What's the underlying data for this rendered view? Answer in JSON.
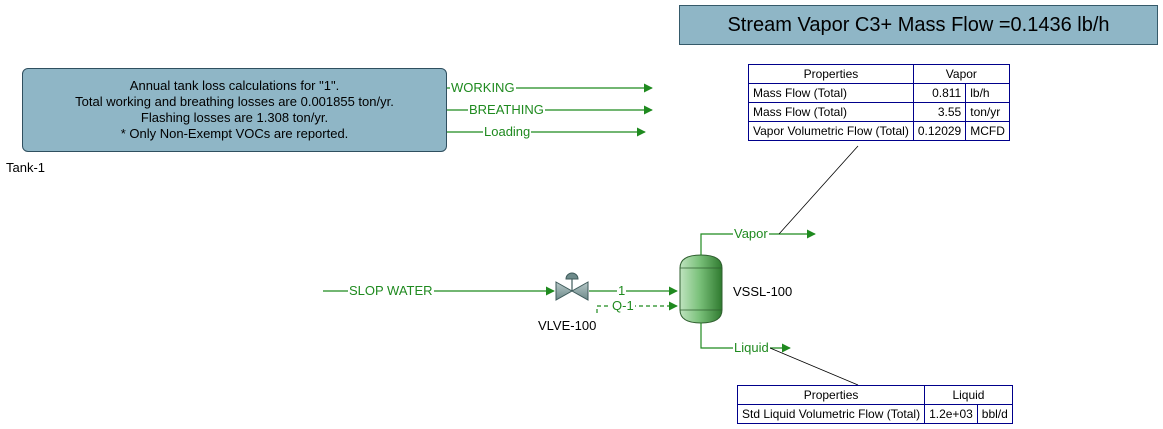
{
  "banner": {
    "text": "Stream Vapor C3+ Mass Flow =0.1436 lb/h"
  },
  "tank": {
    "lines": [
      "Annual tank loss calculations for \"1\".",
      "Total working and breathing losses are 0.001855 ton/yr.",
      "Flashing losses are 1.308 ton/yr.",
      "* Only Non-Exempt VOCs are reported."
    ],
    "name": "Tank-1",
    "streams": [
      "WORKING",
      "BREATHING",
      "Loading"
    ]
  },
  "streams": {
    "feed": "SLOP WATER",
    "valve_out": "1",
    "energy": "Q-1",
    "vapor": "Vapor",
    "liquid": "Liquid"
  },
  "units": {
    "valve": "VLVE-100",
    "vessel": "VSSL-100"
  },
  "vapor_table": {
    "headers": [
      "Properties",
      "Vapor"
    ],
    "rows": [
      {
        "prop": "Mass Flow (Total)",
        "value": "0.811",
        "unit": "lb/h"
      },
      {
        "prop": "Mass Flow (Total)",
        "value": "3.55",
        "unit": "ton/yr"
      },
      {
        "prop": "Vapor Volumetric Flow (Total)",
        "value": "0.12029",
        "unit": "MCFD"
      }
    ]
  },
  "liquid_table": {
    "headers": [
      "Properties",
      "Liquid"
    ],
    "rows": [
      {
        "prop": "Std Liquid Volumetric Flow (Total)",
        "value": "1.2e+03",
        "unit": "bbl/d"
      }
    ]
  },
  "colors": {
    "stream": "#1f8a1f",
    "banner": "#8fb6c6",
    "table_border": "#00008b"
  }
}
